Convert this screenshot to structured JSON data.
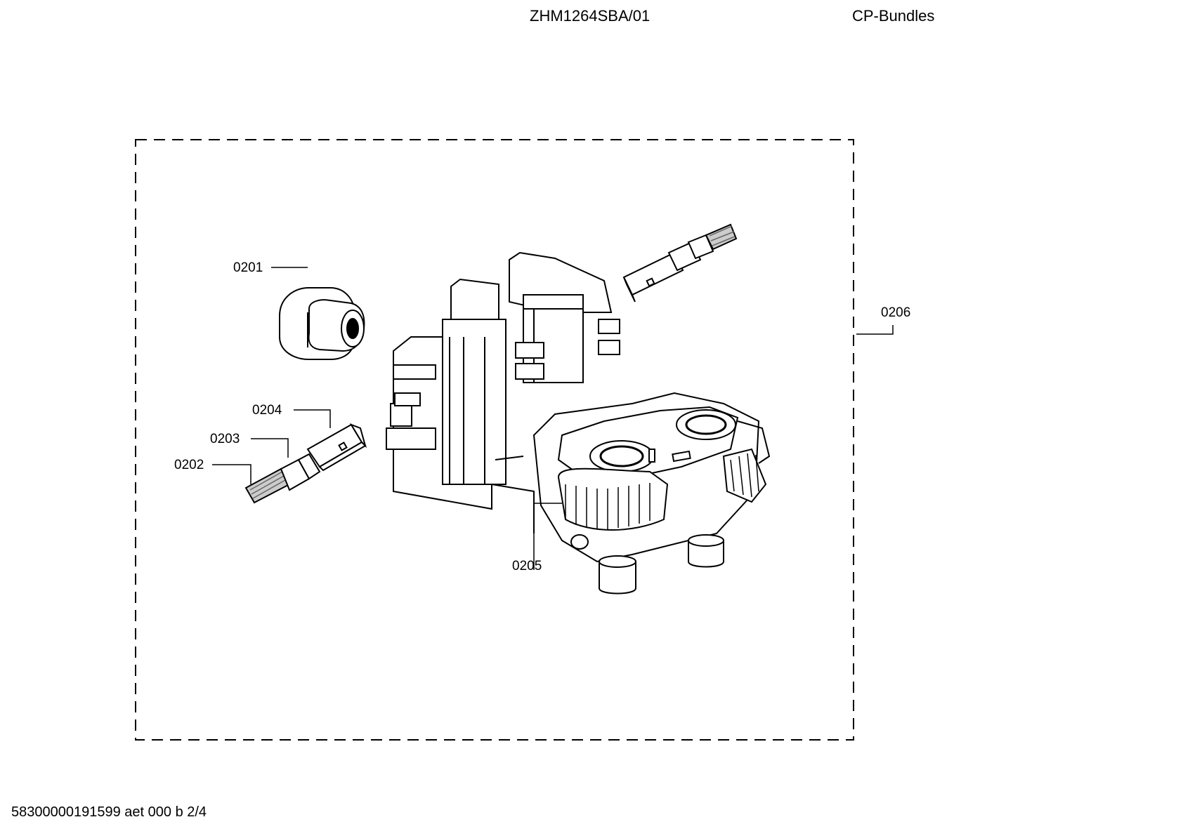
{
  "header": {
    "model": "ZHM1264SBA/01",
    "section": "CP-Bundles"
  },
  "footer": {
    "doc_id": "58300000191599 aet 000 b 2/4"
  },
  "diagram": {
    "labels": {
      "p0201": "0201",
      "p0202": "0202",
      "p0203": "0203",
      "p0204": "0204",
      "p0205": "0205",
      "p0206": "0206"
    }
  }
}
